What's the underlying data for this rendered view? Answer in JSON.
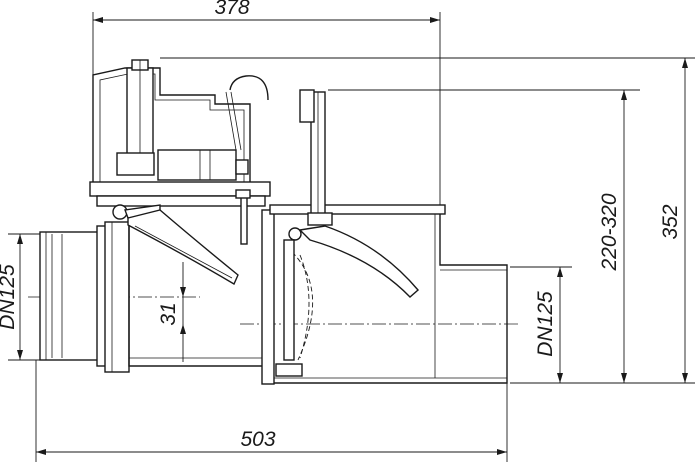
{
  "dimensions": {
    "top_width": "378",
    "bottom_width": "503",
    "height_total": "352",
    "height_range": "220-320",
    "offset": "31",
    "inlet_diameter": "DN125",
    "outlet_diameter": "DN125"
  }
}
